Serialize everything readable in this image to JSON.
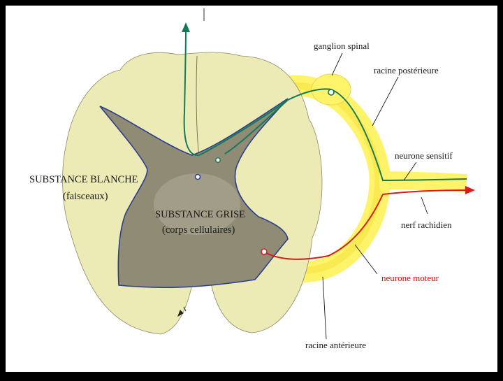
{
  "colors": {
    "background": "#000000",
    "slide": "#ffffff",
    "white_matter": "#ecebb5",
    "grey_matter": "#8f8b74",
    "grey_matter_outline": "#2a3d8f",
    "root": "#fff36a",
    "sensory_neuron": "#137a5a",
    "motor_neuron": "#d81b1b"
  },
  "labels": {
    "white_matter_title": "SUBSTANCE BLANCHE",
    "white_matter_sub": "(faisceaux)",
    "grey_matter_title": "SUBSTANCE GRISE",
    "grey_matter_sub": "(corps cellulaires)",
    "spinal_ganglion": "ganglion spinal",
    "posterior_root": "racine postérieure",
    "sensory_neuron": "neurone sensitif",
    "spinal_nerve": "nerf rachidien",
    "motor_neuron": "neurone moteur",
    "anterior_root": "racine antérieure"
  }
}
